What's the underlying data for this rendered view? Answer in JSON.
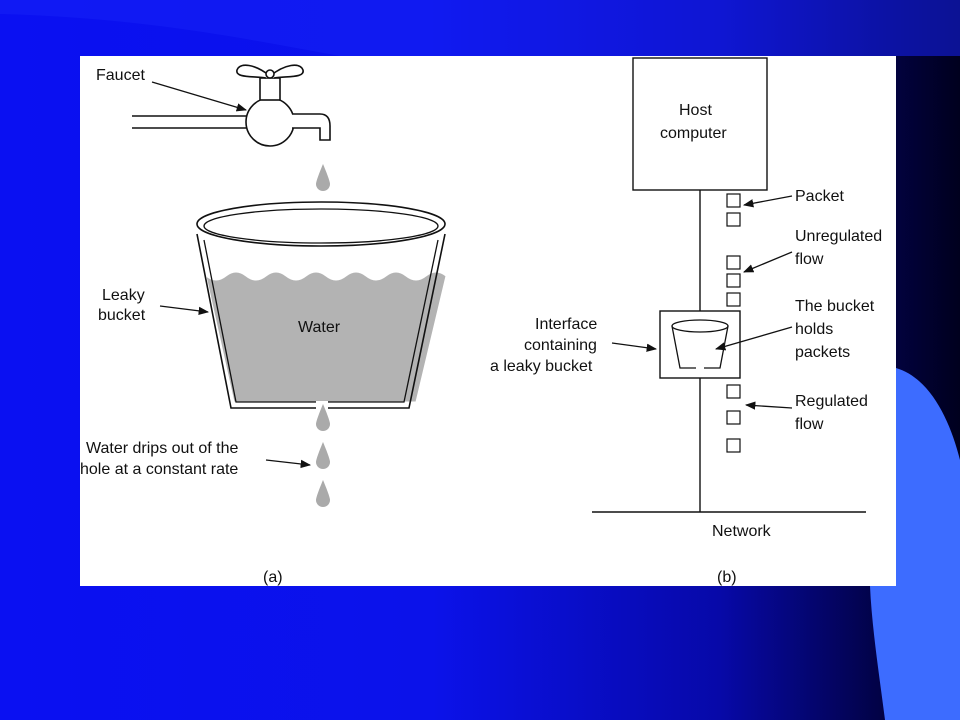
{
  "theme": {
    "slide_light_blue": "#3d6cff",
    "slide_dark": "#00001e",
    "water_gray": "#b3b3b3",
    "line": "#111111"
  },
  "panel_a": {
    "faucet": "Faucet",
    "leaky_bucket_line1": "Leaky",
    "leaky_bucket_line2": "bucket",
    "water": "Water",
    "drips_line1": "Water drips out of the",
    "drips_line2": "hole at a constant rate",
    "caption": "(a)"
  },
  "panel_b": {
    "host_line1": "Host",
    "host_line2": "computer",
    "packet": "Packet",
    "unregulated_line1": "Unregulated",
    "unregulated_line2": "flow",
    "bucket_holds_line1": "The bucket",
    "bucket_holds_line2": "holds",
    "bucket_holds_line3": "packets",
    "interface_line1": "Interface",
    "interface_line2": "containing",
    "interface_line3": "a leaky bucket",
    "regulated_line1": "Regulated",
    "regulated_line2": "flow",
    "network": "Network",
    "caption": "(b)"
  }
}
